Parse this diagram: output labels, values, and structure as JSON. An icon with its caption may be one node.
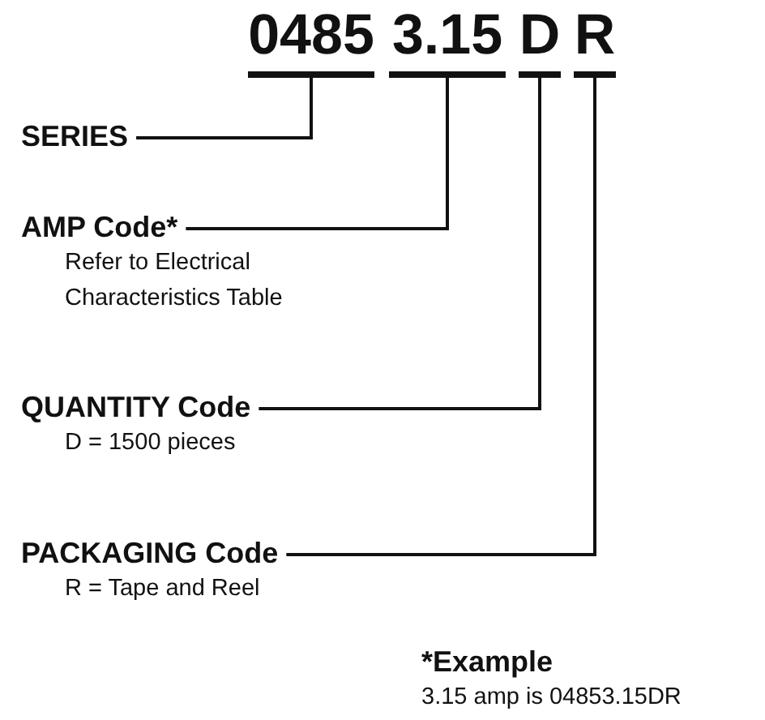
{
  "diagram": {
    "nodes": [
      {
        "text": [
          "0485"
        ]
      },
      {
        "text": [
          "3.15"
        ]
      },
      {
        "text": [
          "D"
        ]
      },
      {
        "text": [
          "R"
        ]
      },
      {
        "text": [
          "SERIES"
        ]
      },
      {
        "text": [
          "AMP Code*",
          "Refer to Electrical Characteristics Table"
        ]
      },
      {
        "text": [
          "QUANTITY Code",
          "D = 1500 pieces"
        ]
      },
      {
        "text": [
          "PACKAGING Code",
          "R = Tape and Reel"
        ]
      }
    ],
    "edges": [
      {
        "from": 4,
        "to": 0,
        "arrow": "none"
      },
      {
        "from": 5,
        "to": 1,
        "arrow": "none"
      },
      {
        "from": 6,
        "to": 2,
        "arrow": "none"
      },
      {
        "from": 7,
        "to": 3,
        "arrow": "none"
      }
    ],
    "labels": [
      "*Example",
      "3.15 amp is 04853.15DR"
    ]
  }
}
